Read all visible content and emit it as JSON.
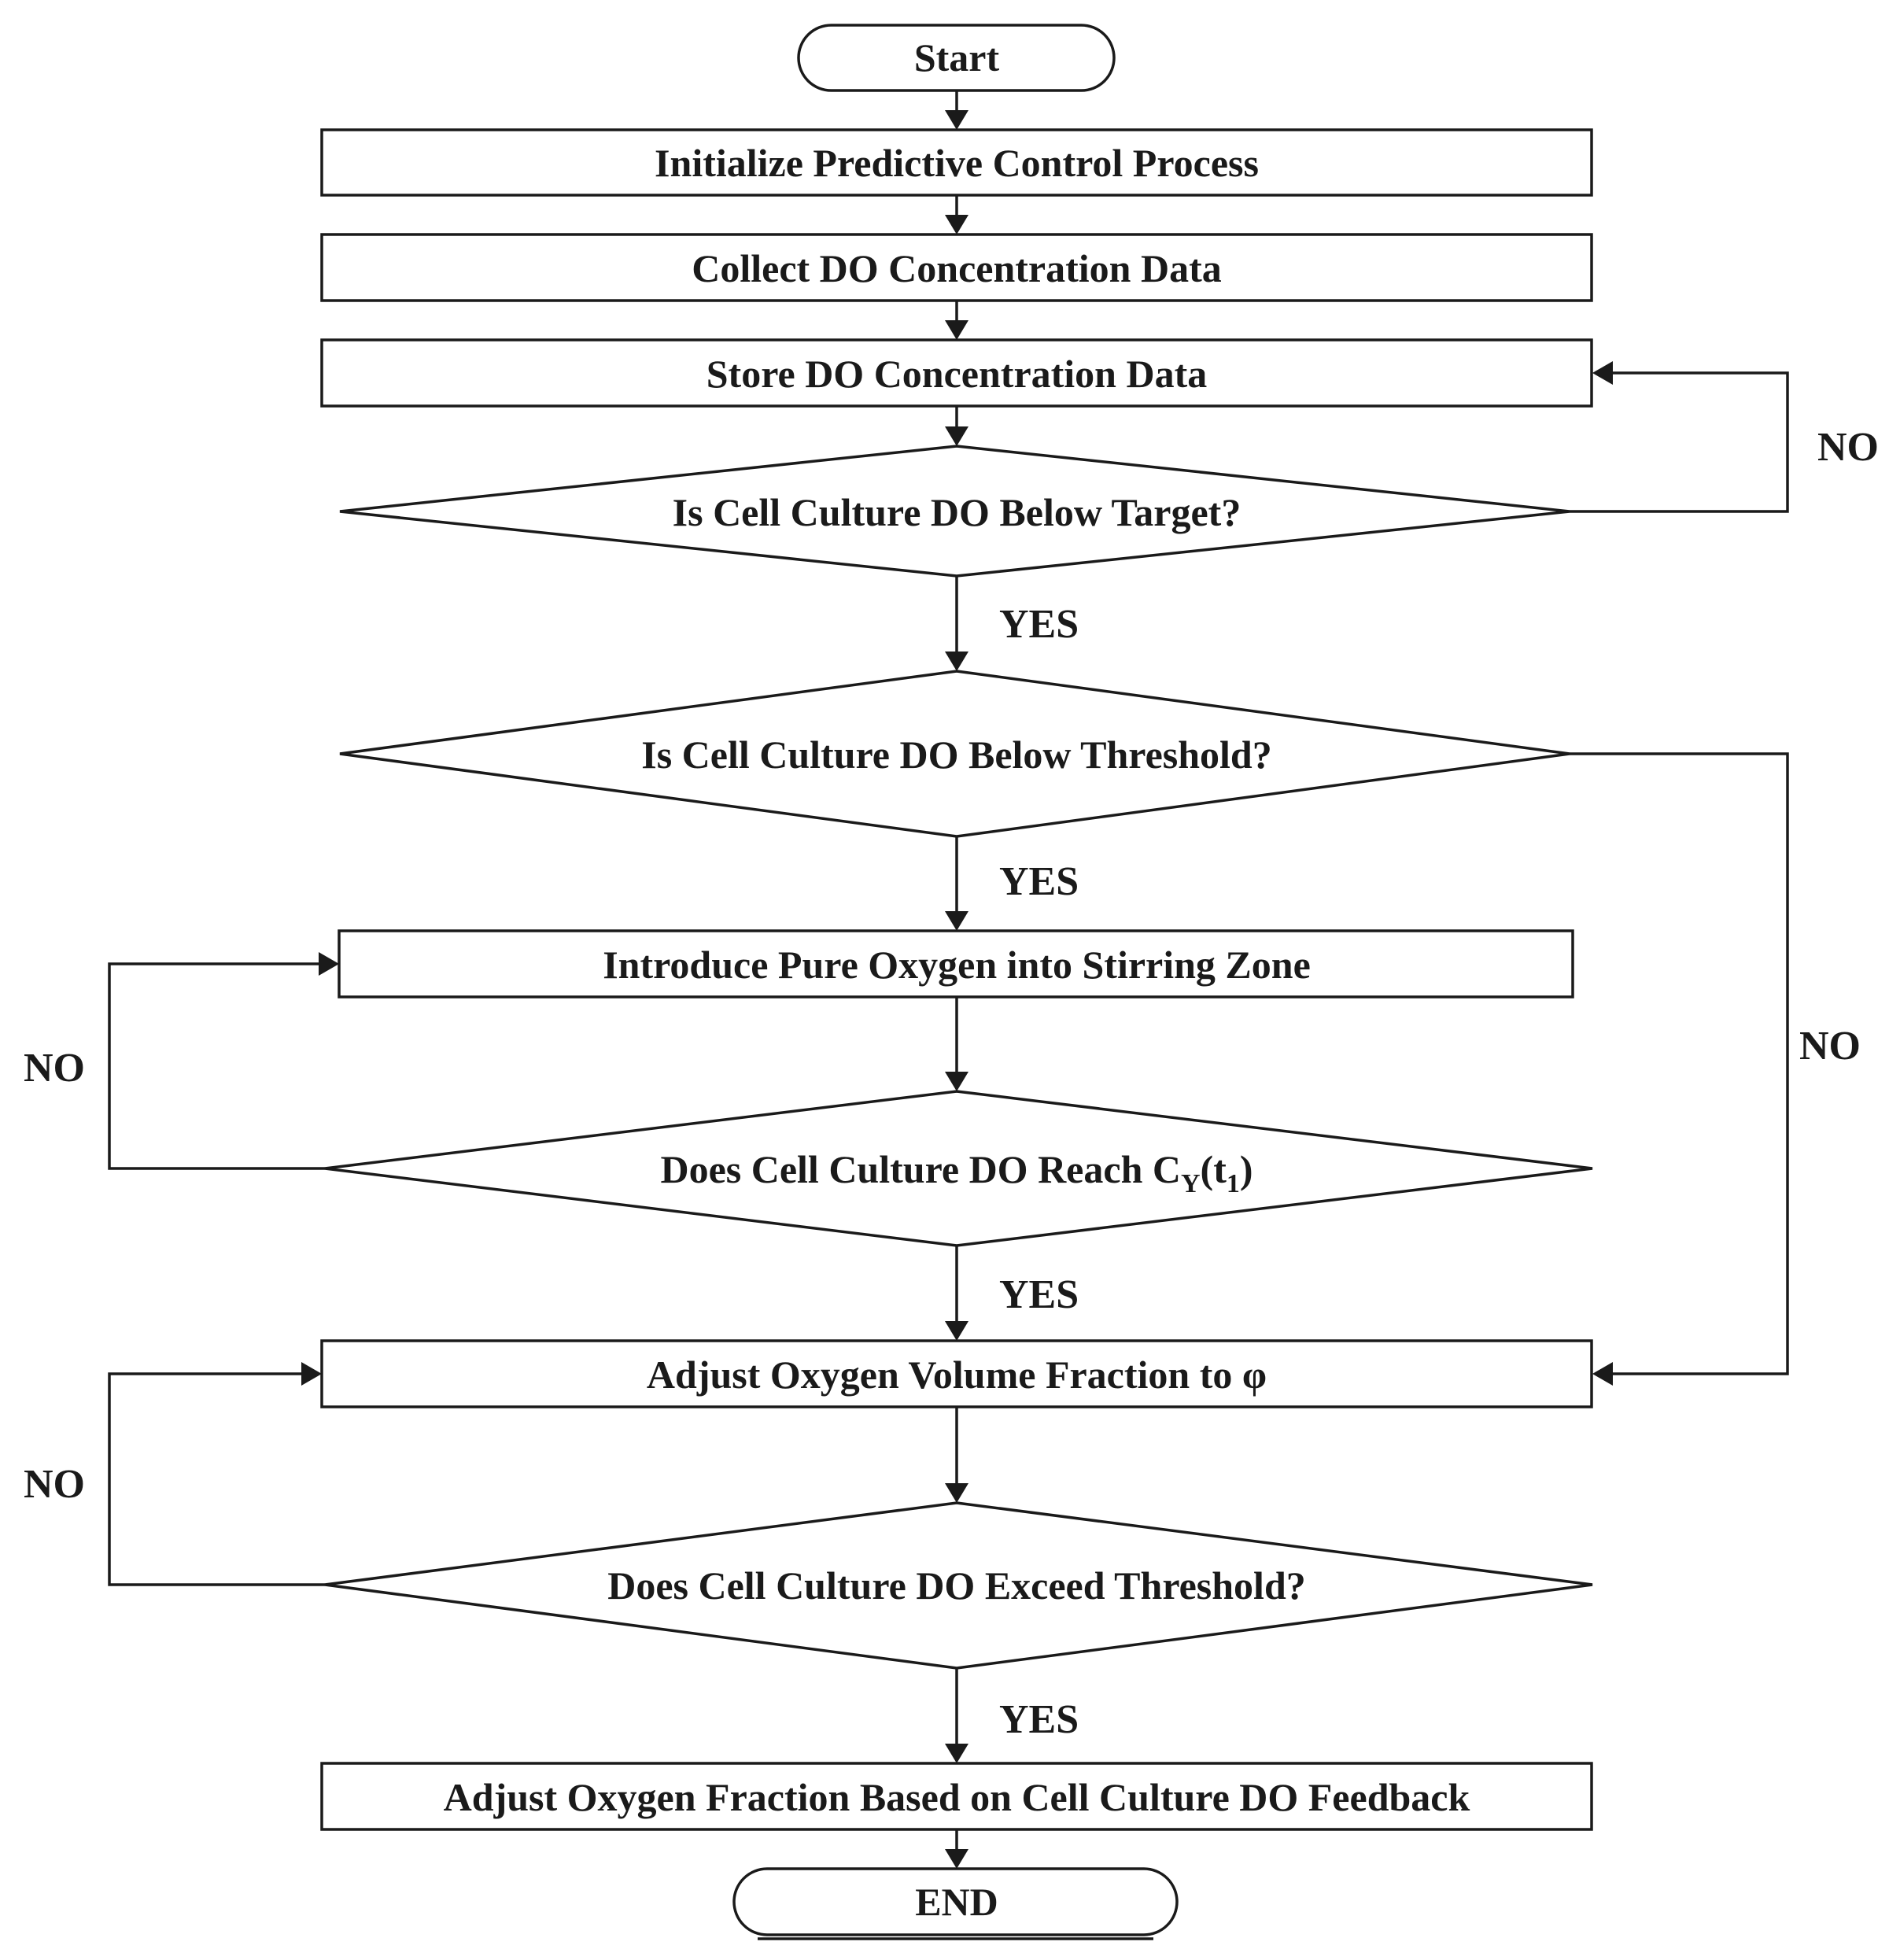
{
  "nodes": {
    "start": "Start",
    "init": "Initialize Predictive Control Process",
    "collect": "Collect DO Concentration Data",
    "store": "Store DO Concentration Data",
    "below_target": "Is Cell Culture DO Below Target?",
    "below_threshold": "Is Cell Culture DO Below Threshold?",
    "introduce_oxygen": "Introduce Pure Oxygen into Stirring Zone",
    "reach": {
      "prefix": "Does Cell Culture DO Reach C",
      "subscript_1": "Y",
      "middle": "(t",
      "subscript_2": "1",
      "suffix": ")"
    },
    "adjust_fraction": "Adjust Oxygen Volume Fraction to φ",
    "exceed_threshold": "Does Cell Culture DO Exceed Threshold?",
    "adjust_feedback": "Adjust Oxygen Fraction Based on Cell Culture DO Feedback",
    "end": "END"
  },
  "branches": {
    "yes": "YES",
    "no": "NO"
  }
}
